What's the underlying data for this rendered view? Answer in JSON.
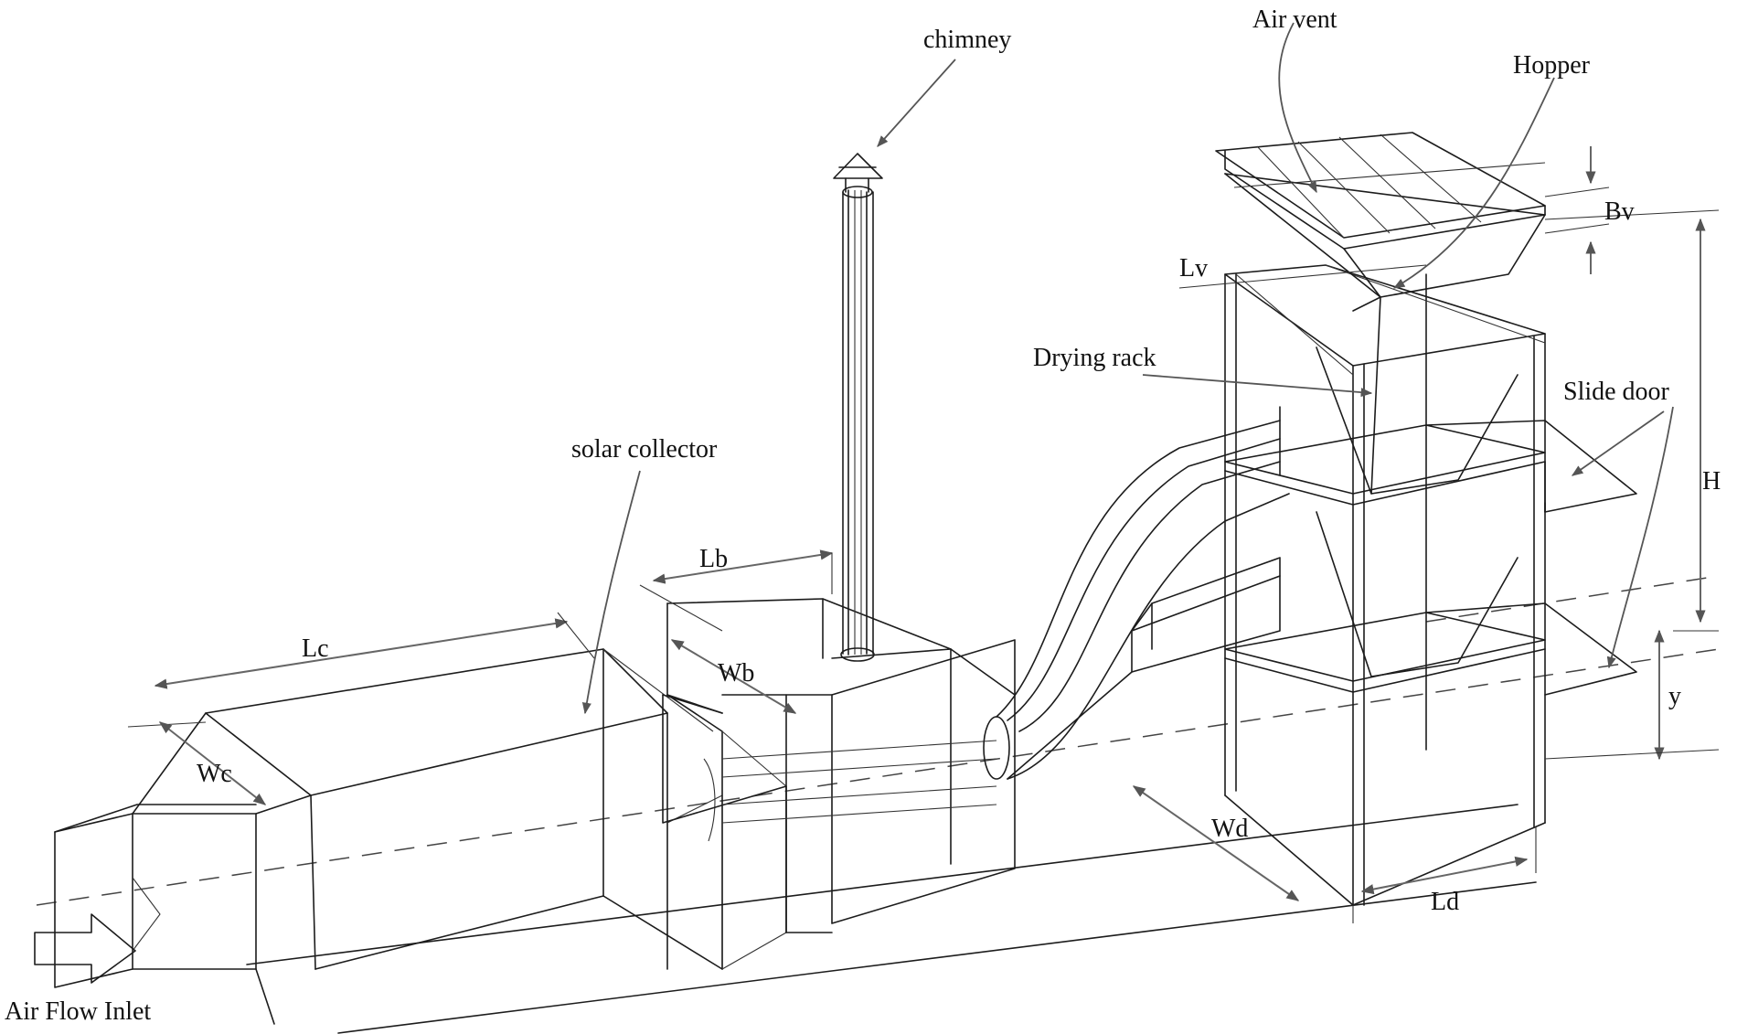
{
  "labels": {
    "chimney": "chimney",
    "air_vent": "Air vent",
    "hopper": "Hopper",
    "bv": "Bv",
    "lv": "Lv",
    "drying_rack": "Drying rack",
    "slide_door": "Slide door",
    "h": "H",
    "y": "y",
    "solar_collector": "solar collector",
    "lb": "Lb",
    "wb": "Wb",
    "lc": "Lc",
    "wc": "Wc",
    "wd": "Wd",
    "ld": "Ld",
    "air_flow_inlet": "Air Flow Inlet"
  },
  "colors": {
    "line": "#1c1c1c",
    "dimension": "#666666",
    "background": "#ffffff"
  }
}
